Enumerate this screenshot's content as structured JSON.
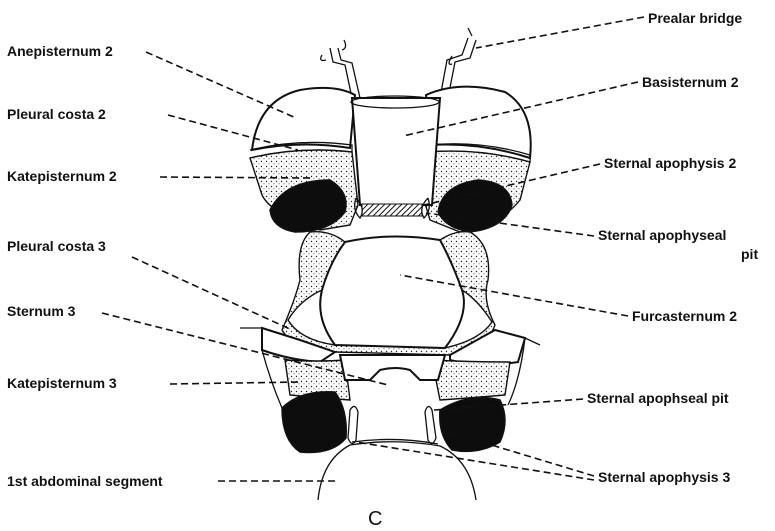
{
  "labels": {
    "prealar_bridge": "Prealar bridge",
    "anepisternum_2": "Anepisternum 2",
    "basisternum_2": "Basisternum 2",
    "pleural_costa_2": "Pleural costa 2",
    "katepisternum_2": "Katepisternum 2",
    "sternal_apophysis_2": "Sternal apophysis 2",
    "sternal_apophyseal_pit_line1": "Sternal apophyseal",
    "sternal_apophyseal_pit_line2": "pit",
    "pleural_costa_3": "Pleural costa 3",
    "furcasternum_2": "Furcasternum 2",
    "sternum_3": "Sternum 3",
    "katepisternum_3": "Katepisternum 3",
    "sternal_apophseal_pit": "Sternal apophseal pit",
    "first_abdominal_segment": "1st abdominal segment",
    "sternal_apophysis_3": "Sternal apophysis 3"
  },
  "panel_label": "C",
  "colors": {
    "ink": "#111111",
    "background": "#ffffff",
    "dark_fill": "#0d0d0d"
  }
}
